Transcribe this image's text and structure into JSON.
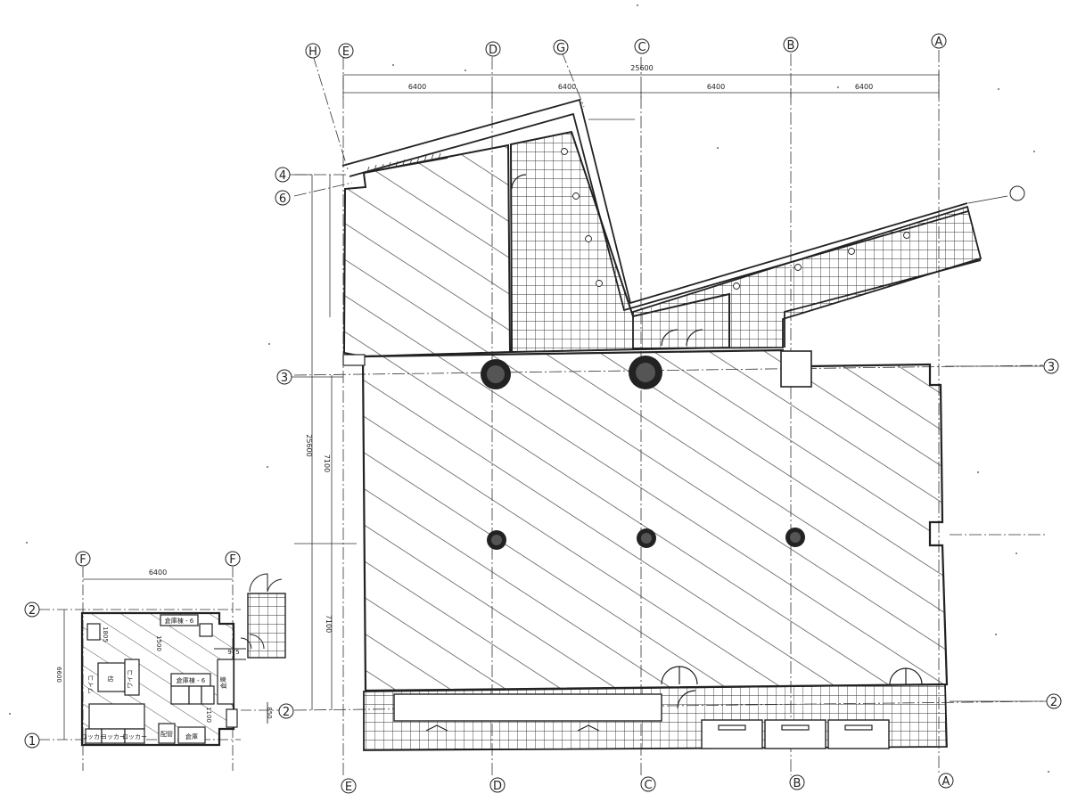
{
  "grid_letters": {
    "H": "H",
    "E": "E",
    "D": "D",
    "G": "G",
    "C": "C",
    "B": "B",
    "A": "A",
    "F": "F"
  },
  "grid_numbers": {
    "n1": "1",
    "n2": "2",
    "n3": "3",
    "n4": "4",
    "n6": "6"
  },
  "dimensions": {
    "total_top": "25600",
    "bay": "6400",
    "bay_small": "6400",
    "height_upper": "7100",
    "height_lower": "7100",
    "height_total": "25600",
    "small_height": "6600",
    "d1": "1805",
    "d2": "1500",
    "d3": "975",
    "d4": "850",
    "d5": "1100"
  },
  "room_labels": {
    "r1": "倉庫棟 - 6",
    "r2": "倉庫棟 - 6",
    "r3": "ワイコ",
    "r4": "ワイコ",
    "r5": "ロッカー",
    "r6": "ロッカー",
    "r7": "ロッカー",
    "r8": "配管",
    "r9": "倉庫",
    "r10": "倉庫",
    "r11": "店"
  },
  "colors": {
    "line": "#222222",
    "hatch": "#555555",
    "tile": "#333333"
  }
}
